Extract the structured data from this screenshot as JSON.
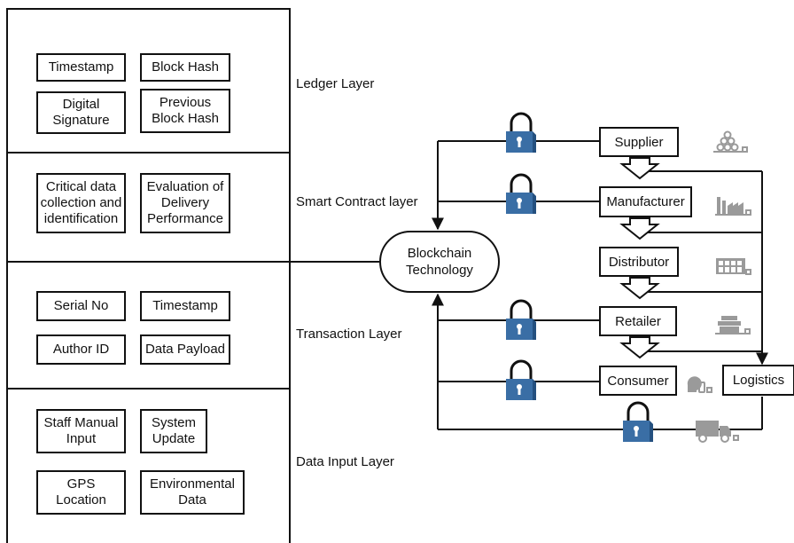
{
  "layers": [
    {
      "label": "Ledger Layer",
      "items": [
        "Timestamp",
        "Block Hash",
        "Digital\nSignature",
        "Previous\nBlock Hash"
      ]
    },
    {
      "label": "Smart Contract layer",
      "items": [
        "Critical data\ncollection and\nidentification",
        "Evaluation of\nDelivery\nPerformance"
      ]
    },
    {
      "label": "Transaction Layer",
      "items": [
        "Serial No",
        "Timestamp",
        "Author ID",
        "Data Payload"
      ]
    },
    {
      "label": "Data Input Layer",
      "items": [
        "Staff Manual\nInput",
        "System\nUpdate",
        "GPS\nLocation",
        "Environmental\nData"
      ]
    }
  ],
  "center": {
    "label": "Blockchain\nTechnology"
  },
  "chain": {
    "supplier": "Supplier",
    "manufacturer": "Manufacturer",
    "distributor": "Distributor",
    "retailer": "Retailer",
    "consumer": "Consumer",
    "logistics": "Logistics"
  },
  "icons": {
    "lock": "padlock-icon",
    "supplier": "pipes-stack-icon",
    "manufacturer": "factory-icon",
    "distributor": "warehouse-icon",
    "retailer": "shop-icon",
    "consumer": "person-phone-icon",
    "logistics": "truck-icon"
  },
  "colors": {
    "lock": "#3a6ea5",
    "lock_dark": "#24507f",
    "icon_grey": "#9a9a9a"
  }
}
